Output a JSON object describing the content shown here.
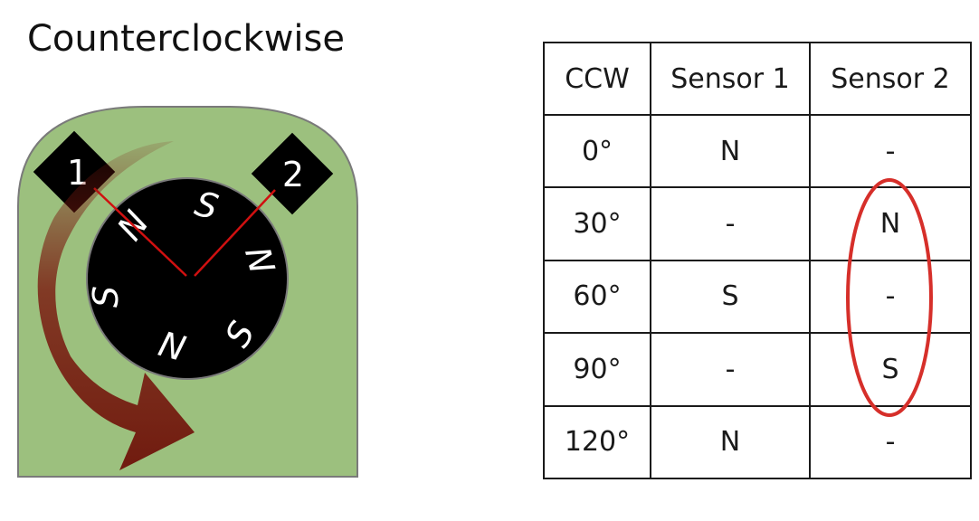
{
  "title": "Counterclockwise",
  "diagram": {
    "sensors": [
      {
        "label": "1"
      },
      {
        "label": "2"
      }
    ],
    "poles": [
      "S",
      "N",
      "S",
      "N",
      "S",
      "N"
    ],
    "colors": {
      "housing": "#9cc07e",
      "rotor": "#000000",
      "arrow": "#7b1a10",
      "sensor_line": "#d01010"
    }
  },
  "table": {
    "headers": [
      "CCW",
      "Sensor 1",
      "Sensor 2"
    ],
    "rows": [
      [
        "0°",
        "N",
        "-"
      ],
      [
        "30°",
        "-",
        "N"
      ],
      [
        "60°",
        "S",
        "-"
      ],
      [
        "90°",
        "-",
        "S"
      ],
      [
        "120°",
        "N",
        "-"
      ]
    ],
    "highlight_color": "#d62f2a"
  }
}
